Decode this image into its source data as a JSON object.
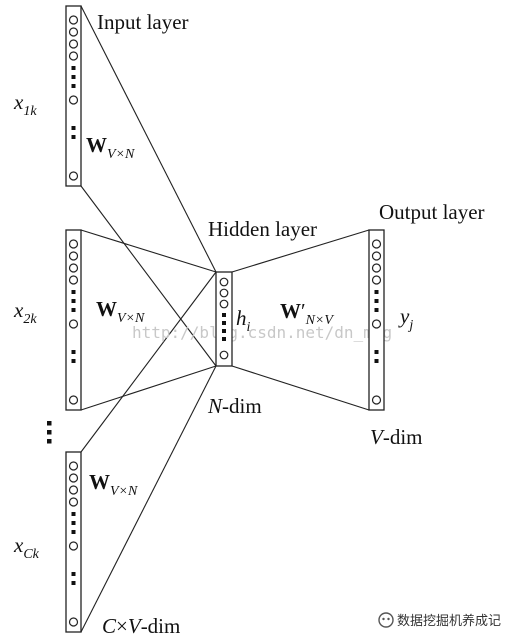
{
  "labels": {
    "input_layer": "Input layer",
    "hidden_layer": "Hidden layer",
    "output_layer": "Output layer",
    "n_dim": "N-dim",
    "v_dim": "V-dim",
    "cv_dim": "C×V-dim"
  },
  "inputs": [
    {
      "x": "x",
      "sub": "1k",
      "w": "W",
      "wsub": "V×N"
    },
    {
      "x": "x",
      "sub": "2k",
      "w": "W",
      "wsub": "V×N"
    },
    {
      "x": "x",
      "sub": "Ck",
      "w": "W",
      "wsub": "V×N"
    }
  ],
  "hidden": {
    "h": "h",
    "sub": "i"
  },
  "output_weight": {
    "w": "W",
    "prime": "′",
    "sub": "N×V"
  },
  "output": {
    "y": "y",
    "sub": "j"
  },
  "watermark": "http://blog.csdn.net/dn_mug",
  "logo": {
    "icon": "wechat-logo-icon",
    "text": "数据挖掘机养成记"
  }
}
